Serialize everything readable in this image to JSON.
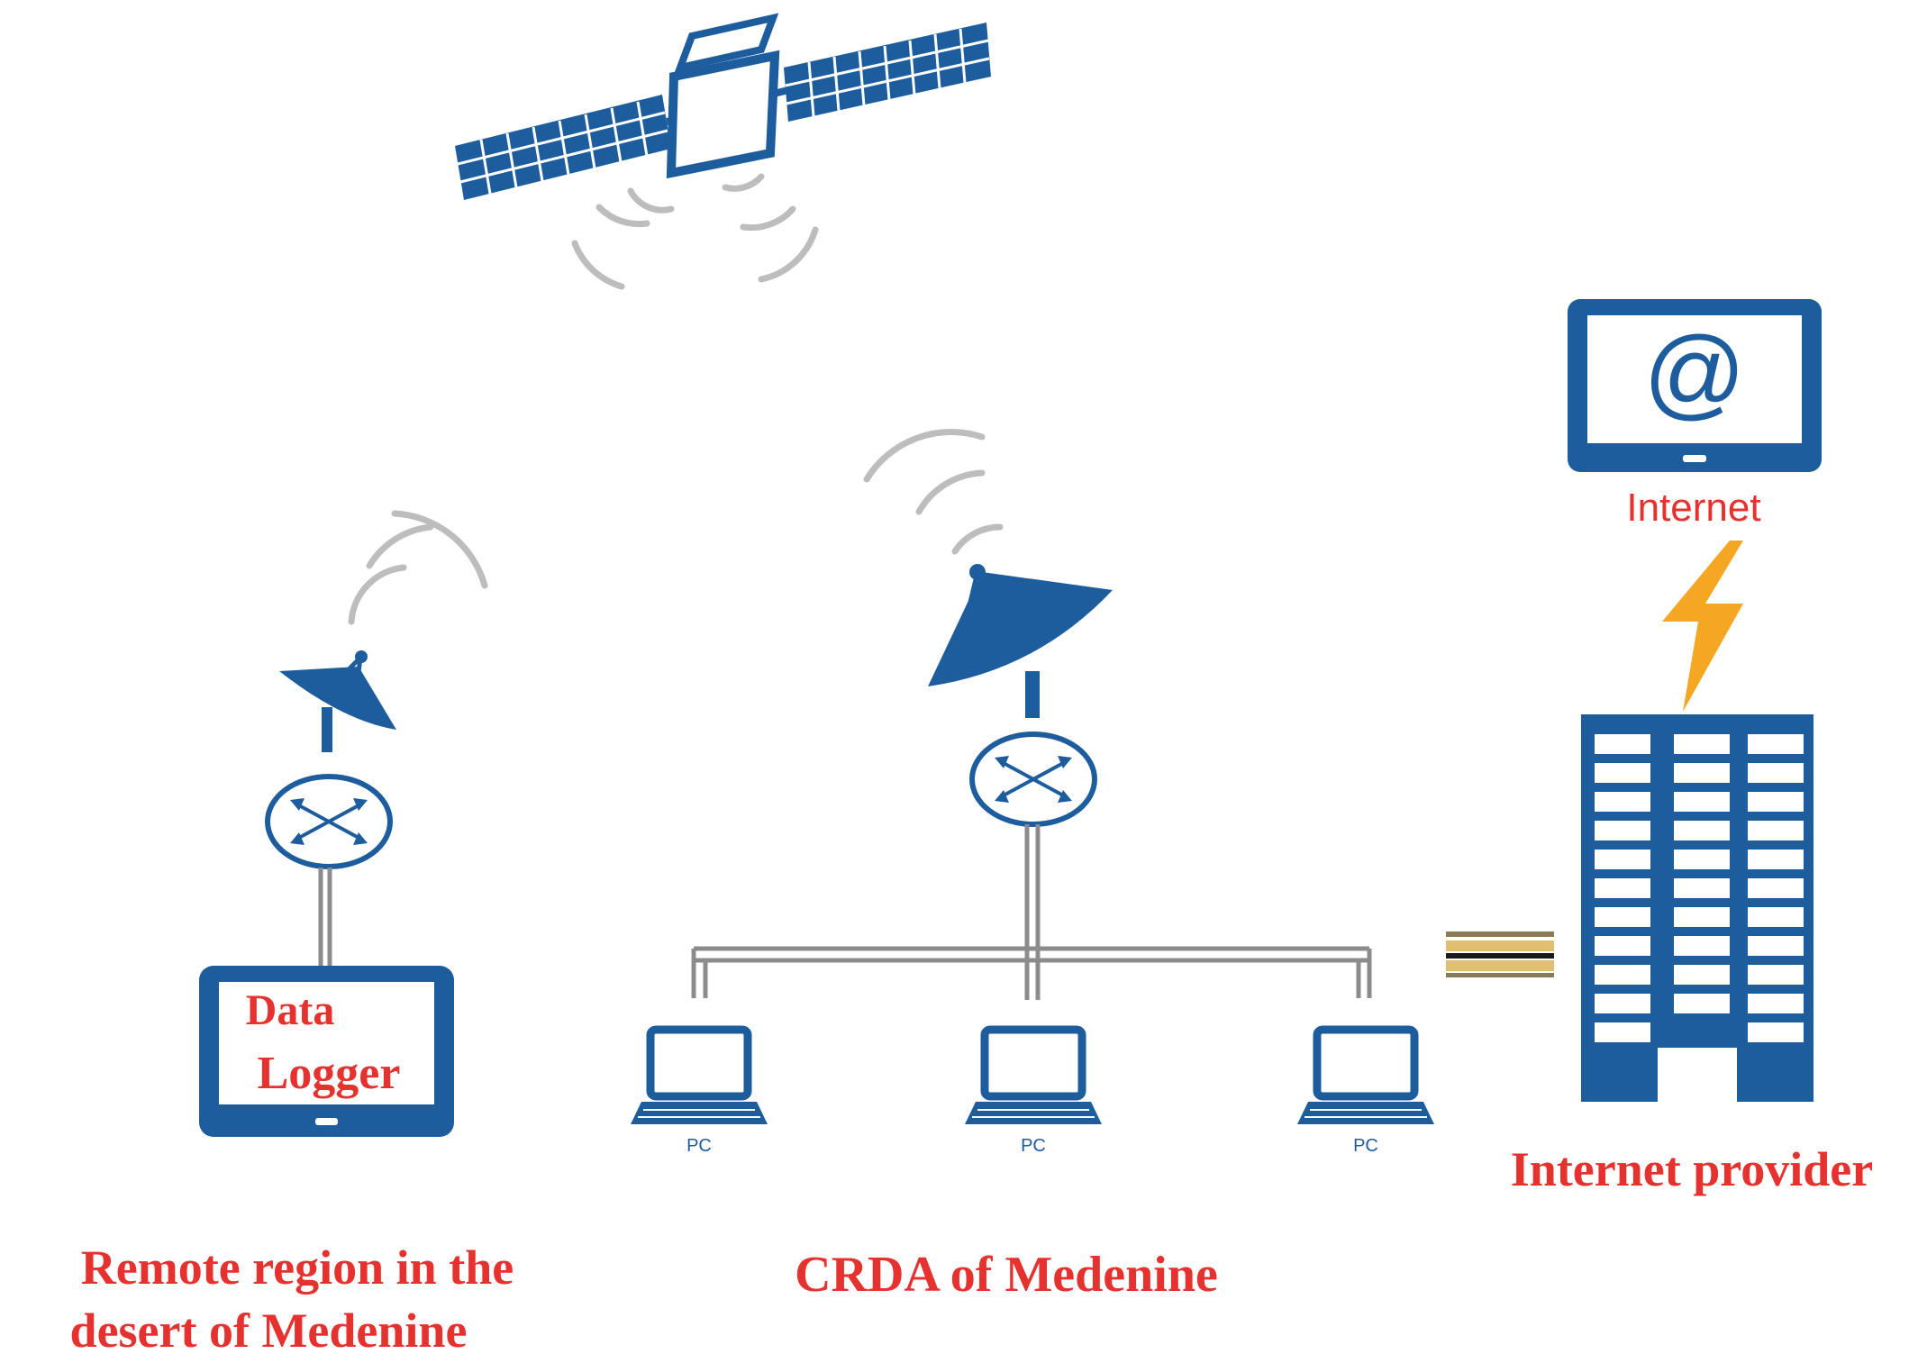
{
  "labels": {
    "data_logger_line1": "Data",
    "data_logger_line2": "Logger",
    "internet": "Internet",
    "internet_provider": "Internet provider",
    "remote_line1": "Remote region in the",
    "remote_line2": "desert of Medenine",
    "crda": "CRDA of Medenine",
    "pc": "PC"
  },
  "at_symbol": "@",
  "colors": {
    "icon_blue": "#1d5d9e",
    "label_red": "#e5322e",
    "wave_gray": "#bdbdbd",
    "cable_gray": "#8c8c8c",
    "bolt_orange": "#f5a623",
    "link_gold": "#d9b85c"
  }
}
